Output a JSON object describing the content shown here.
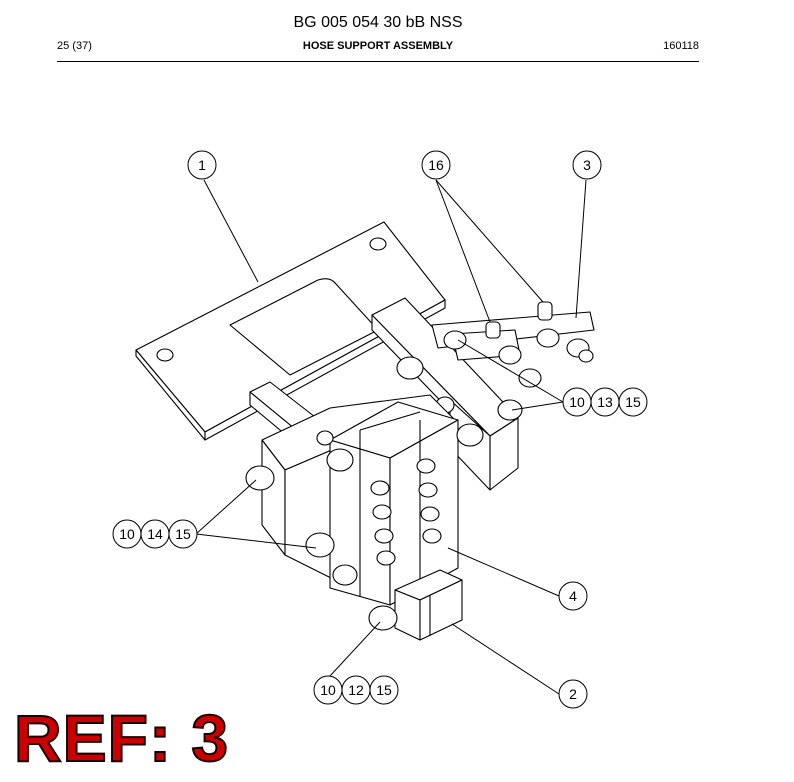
{
  "header": {
    "doc_number": "BG 005 054 30 bB NSS",
    "page": "25 (37)",
    "title": "HOSE SUPPORT ASSEMBLY",
    "code": "160118"
  },
  "callouts": {
    "c1": "1",
    "c16": "16",
    "c3": "3",
    "c10a": "10",
    "c13": "13",
    "c15a": "15",
    "c10b": "10",
    "c14": "14",
    "c15b": "15",
    "c4": "4",
    "c10c": "10",
    "c12": "12",
    "c15c": "15",
    "c2": "2"
  },
  "ref_label": "REF: 3"
}
